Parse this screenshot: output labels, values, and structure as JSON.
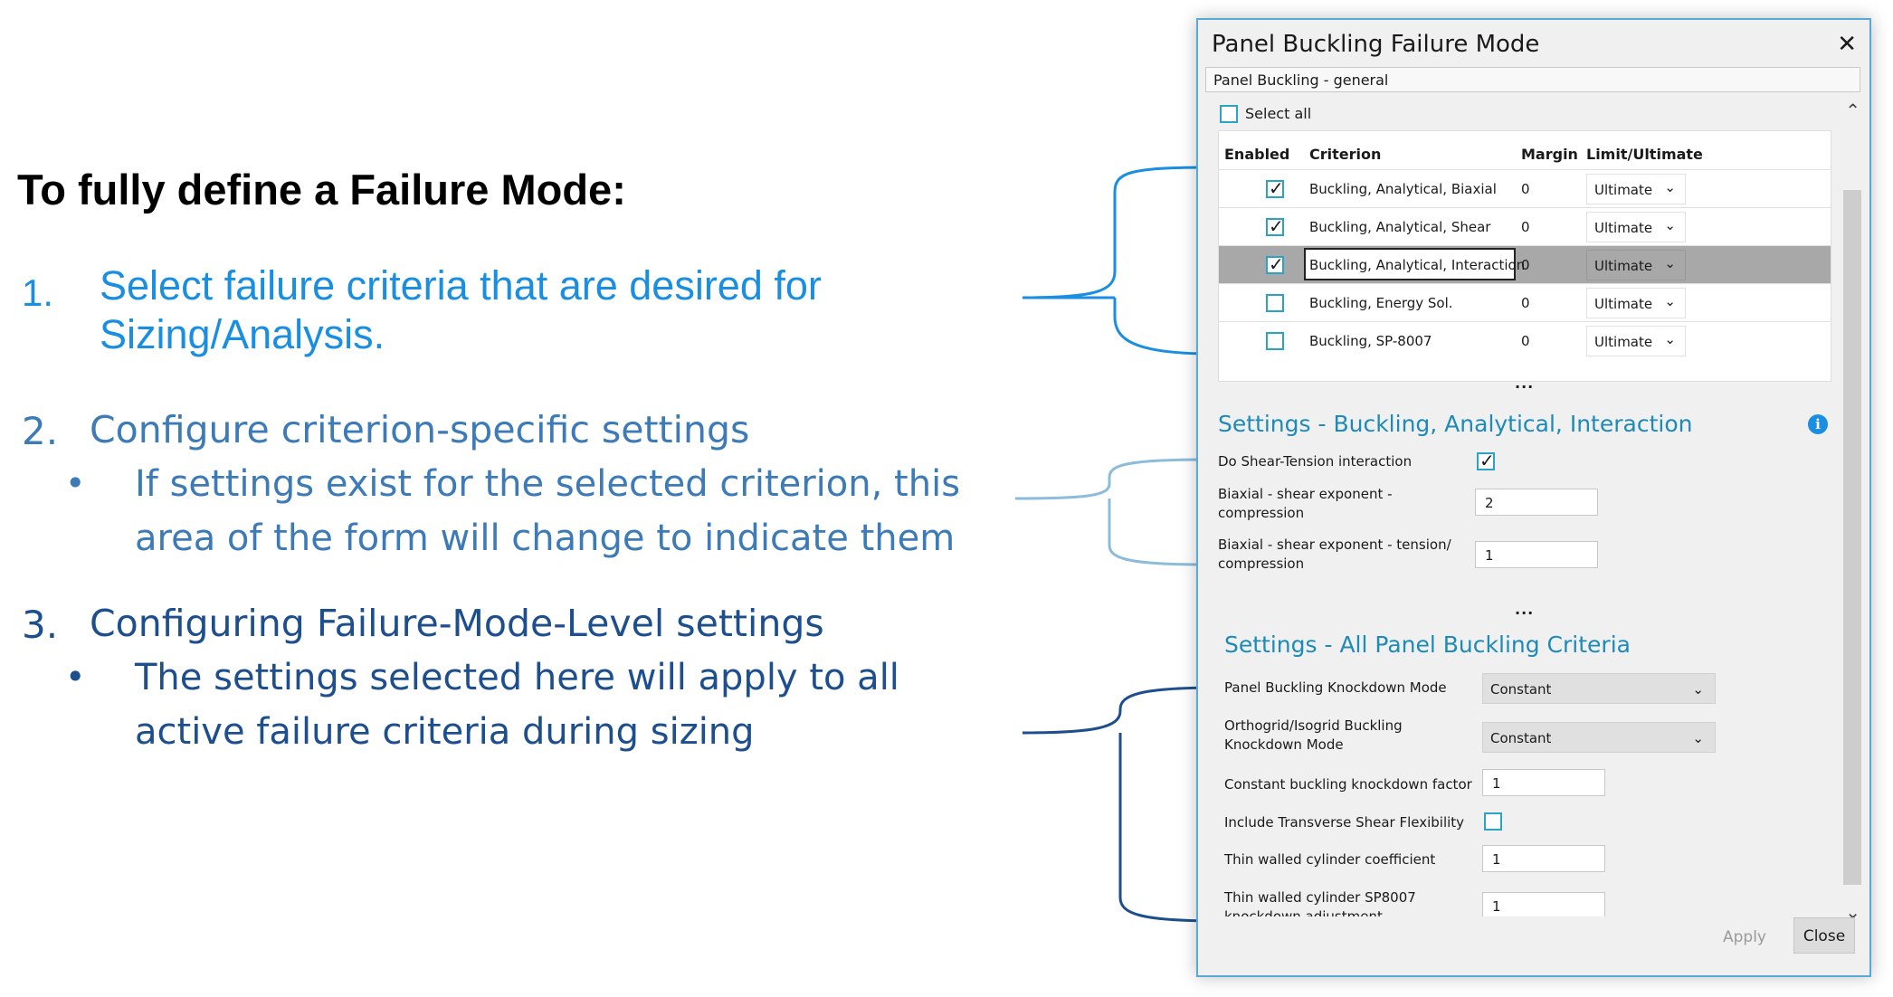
{
  "slide": {
    "heading": "To fully define a Failure Mode:",
    "step1_num": "1.",
    "step1_line1": "Select failure criteria that are desired for",
    "step1_line2": "Sizing/Analysis.",
    "step2_num": "2.",
    "step2_text": "Configure criterion-specific settings",
    "step2_bullet_line1": "If settings exist for the selected criterion, this",
    "step2_bullet_line2": "area of the form will change to indicate them",
    "step3_num": "3.",
    "step3_text": "Configuring Failure-Mode-Level settings",
    "step3_bullet_line1": "The settings selected here will apply to all",
    "step3_bullet_line2": "active failure criteria during sizing",
    "bullet_glyph": "•",
    "colors": {
      "step1": "#1a8ee0",
      "step2": "#3d7ab8",
      "step3": "#1d4e8e"
    }
  },
  "dialog": {
    "title": "Panel Buckling Failure Mode",
    "close_glyph": "✕",
    "failure_mode_name": "Panel Buckling - general",
    "select_all_label": "Select all",
    "grid": {
      "headers": {
        "enabled": "Enabled",
        "criterion": "Criterion",
        "margin": "Margin",
        "limit_ultimate": "Limit/Ultimate"
      },
      "rows": [
        {
          "enabled": true,
          "criterion": "Buckling, Analytical, Biaxial",
          "margin": "0",
          "limit_ultimate": "Ultimate"
        },
        {
          "enabled": true,
          "criterion": "Buckling, Analytical, Shear",
          "margin": "0",
          "limit_ultimate": "Ultimate"
        },
        {
          "enabled": true,
          "criterion": "Buckling, Analytical, Interaction",
          "margin": "0",
          "limit_ultimate": "Ultimate"
        },
        {
          "enabled": false,
          "criterion": "Buckling, Energy Sol.",
          "margin": "0",
          "limit_ultimate": "Ultimate"
        },
        {
          "enabled": false,
          "criterion": "Buckling, SP-8007",
          "margin": "0",
          "limit_ultimate": "Ultimate"
        }
      ]
    },
    "ellipsis": "...",
    "criterion_settings": {
      "title": "Settings - Buckling, Analytical, Interaction",
      "info_glyph": "i",
      "shear_tension_label": "Do Shear-Tension interaction",
      "shear_tension_checked": true,
      "compression_label_line1": "Biaxial - shear exponent -",
      "compression_label_line2": "compression",
      "compression_value": "2",
      "tension_label_line1": "Biaxial - shear exponent - tension/",
      "tension_label_line2": "compression",
      "tension_value": "1"
    },
    "mode_settings": {
      "title": "Settings - All Panel Buckling Criteria",
      "knockdown_mode_label": "Panel Buckling Knockdown Mode",
      "knockdown_mode_value": "Constant",
      "orthogrid_label_line1": "Orthogrid/Isogrid Buckling",
      "orthogrid_label_line2": "Knockdown Mode",
      "orthogrid_value": "Constant",
      "constant_factor_label": "Constant buckling knockdown factor",
      "constant_factor_value": "1",
      "transverse_shear_label": "Include Transverse Shear Flexibility",
      "transverse_shear_checked": false,
      "thin_cyl_label": "Thin walled cylinder coefficient",
      "thin_cyl_value": "1",
      "sp8007_label_line1": "Thin walled cylinder SP8007",
      "sp8007_label_line2": "knockdown adjustment",
      "sp8007_value": "1"
    },
    "apply_label": "Apply",
    "close_label": "Close",
    "chevron_down": "⌄",
    "scroll_up_glyph": "⌃",
    "scroll_down_glyph": "⌄"
  }
}
